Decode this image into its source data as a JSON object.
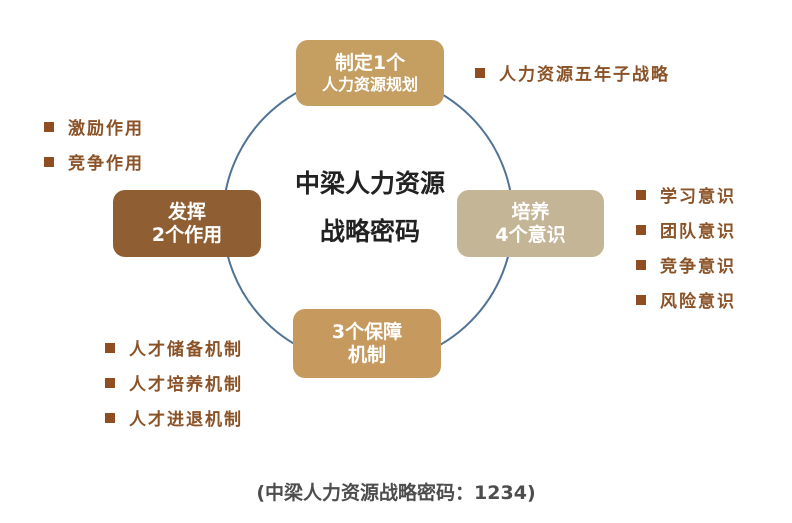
{
  "diagram": {
    "center_title": {
      "line1": "中梁人力资源",
      "line2": "战略密码"
    },
    "nodes": {
      "top": {
        "line1": "制定1个",
        "line2": "人力资源规划",
        "color": "#c59e62"
      },
      "left": {
        "line1": "发挥",
        "line2": "2个作用",
        "color": "#8f5f33"
      },
      "right": {
        "line1": "培养",
        "line2": "4个意识",
        "color": "#c4b597"
      },
      "bottom": {
        "line1": "3个保障",
        "line2": "机制",
        "color": "#c69a5e"
      }
    },
    "bullets": {
      "top": [
        "人力资源五年子战略"
      ],
      "left": [
        "激励作用",
        "竞争作用"
      ],
      "right": [
        "学习意识",
        "团队意识",
        "竞争意识",
        "风险意识"
      ],
      "bottom": [
        "人才储备机制",
        "人才培养机制",
        "人才进退机制"
      ]
    },
    "ring_color": "#4f7395",
    "bullet_color": "#8a5226"
  },
  "caption": "(中梁人力资源战略密码：1234)"
}
